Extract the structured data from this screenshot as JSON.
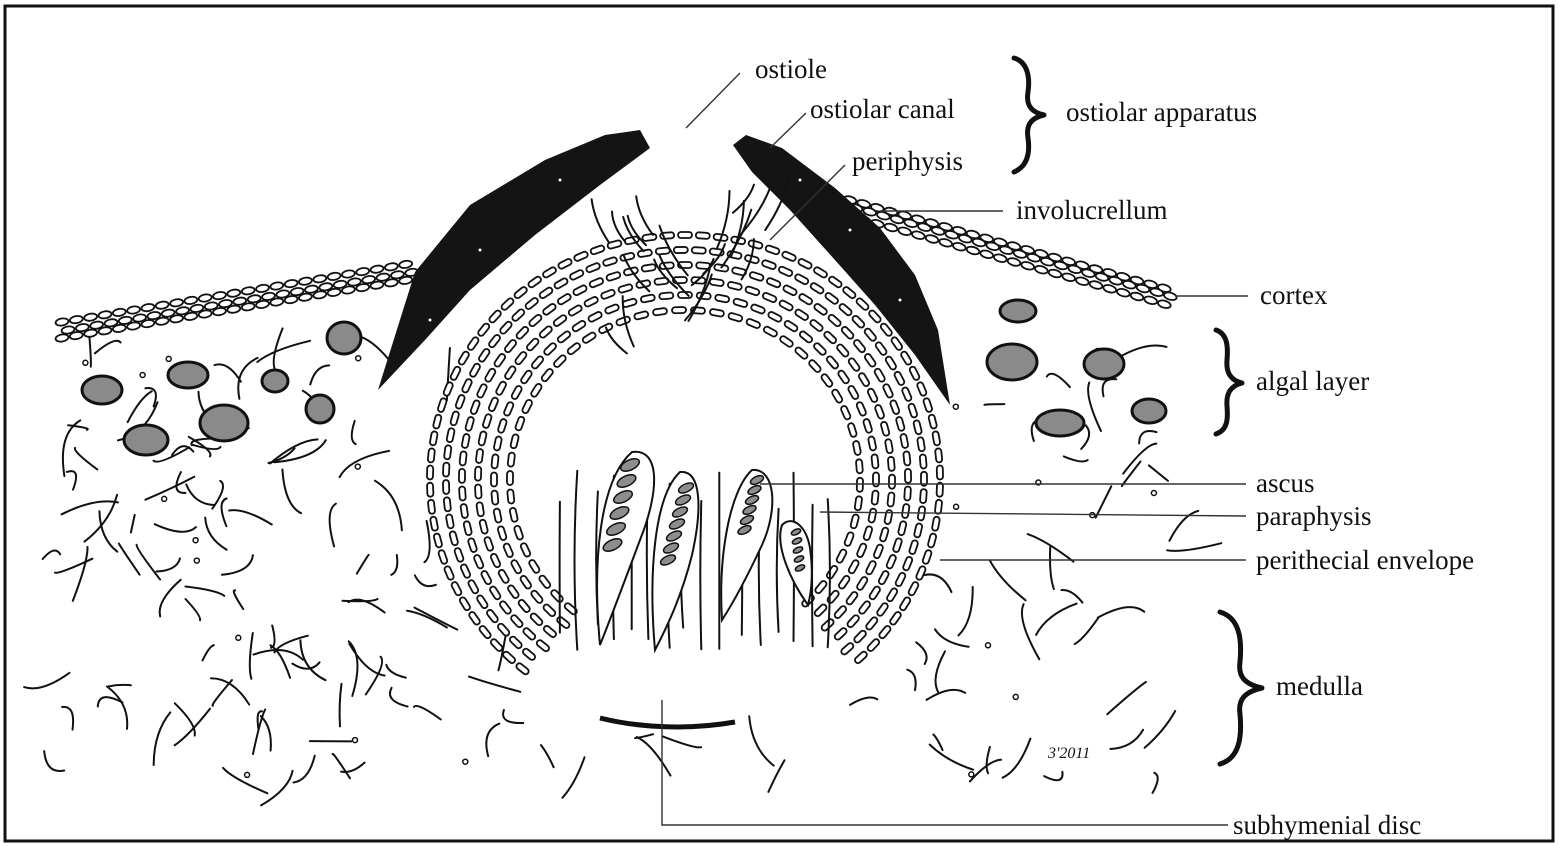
{
  "figure": {
    "signature": "3'2011"
  },
  "labels": {
    "ostiole": "ostiole",
    "ostiolar_canal": "ostiolar canal",
    "periphysis": "periphysis",
    "ostiolar_apparatus": "ostiolar apparatus",
    "involucrellum": "involucrellum",
    "cortex": "cortex",
    "algal_layer": "algal layer",
    "ascus": "ascus",
    "paraphysis": "paraphysis",
    "perithecial_envelope": "perithecial envelope",
    "medulla": "medulla",
    "subhymenial_disc": "subhymenial disc"
  },
  "colors": {
    "ink": "#111111",
    "algal_cell_fill": "#8a8a8a",
    "background": "#ffffff"
  }
}
